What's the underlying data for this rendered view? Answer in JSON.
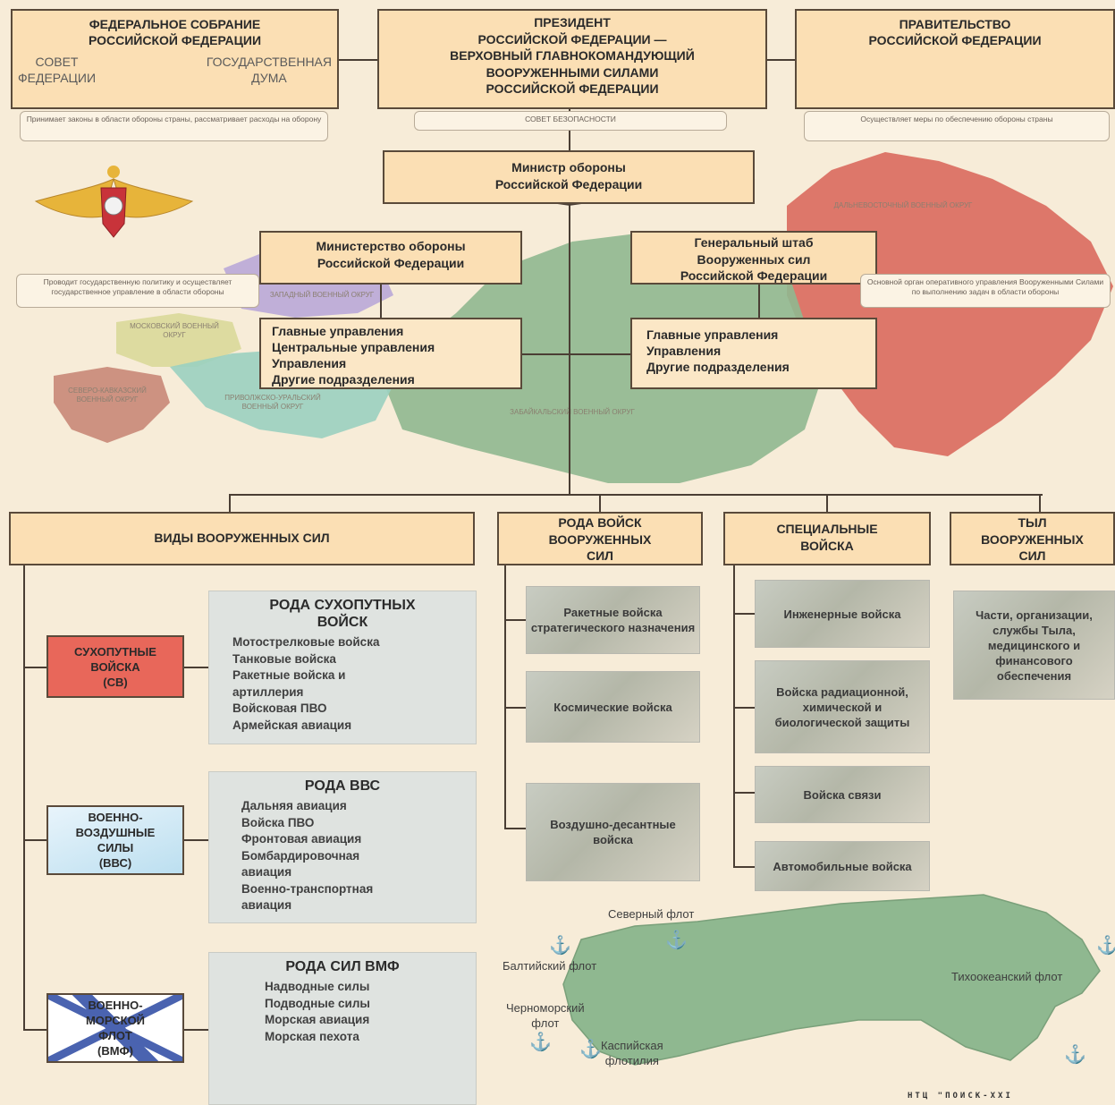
{
  "colors": {
    "bg": "#f7ecd8",
    "box": "#fbdfb4",
    "ground_forces": "#e8675a",
    "map_green": "#8fb890",
    "map_red": "#d96a5e",
    "map_purple": "#b9a8d8",
    "map_yellow": "#d9d99a",
    "map_teal": "#9ad0c0",
    "map_brown": "#c88878"
  },
  "top": {
    "assembly": {
      "title_line1": "ФЕДЕРАЛЬНОЕ СОБРАНИЕ",
      "title_line2": "РОССИЙСКОЙ ФЕДЕРАЦИИ",
      "left_line1": "СОВЕТ",
      "left_line2": "ФЕДЕРАЦИИ",
      "right_line1": "ГОСУДАРСТВЕННАЯ",
      "right_line2": "ДУМА"
    },
    "president": {
      "line1": "ПРЕЗИДЕНТ",
      "line2": "РОССИЙСКОЙ ФЕДЕРАЦИИ —",
      "line3": "ВЕРХОВНЫЙ ГЛАВНОКОМАНДУЮЩИЙ",
      "line4": "ВООРУЖЕННЫМИ СИЛАМИ",
      "line5": "РОССИЙСКОЙ ФЕДЕРАЦИИ"
    },
    "government": {
      "line1": "ПРАВИТЕЛЬСТВО",
      "line2": "РОССИЙСКОЙ ФЕДЕРАЦИИ"
    },
    "note_assembly": "Принимает законы в области обороны страны, рассматривает расходы на оборону",
    "note_president": "СОВЕТ БЕЗОПАСНОСТИ",
    "note_government": "Осуществляет меры по обеспечению обороны страны"
  },
  "minister": {
    "line1": "Министр обороны",
    "line2": "Российской Федерации"
  },
  "ministry": {
    "line1": "Министерство обороны",
    "line2": "Российской Федерации"
  },
  "general_staff": {
    "line1": "Генеральный штаб",
    "line2": "Вооруженных сил",
    "line3": "Российской Федерации"
  },
  "note_ministry": "Проводит государственную политику и осуществляет государственное управление в области обороны",
  "note_general_staff": "Основной орган оперативного управления Вооруженными Силами по выполнению задач в области обороны",
  "ministry_sub": [
    "Главные управления",
    "Центральные управления",
    "Управления",
    "Другие подразделения"
  ],
  "staff_sub": [
    "Главные управления",
    "Управления",
    "Другие подразделения"
  ],
  "map_labels": {
    "western": "ЗАПАДНЫЙ ВОЕННЫЙ ОКРУГ",
    "moscow": "МОСКОВСКИЙ ВОЕННЫЙ ОКРУГ",
    "north_caucasus": "СЕВЕРО-КАВКАЗСКИЙ ВОЕННЫЙ ОКРУГ",
    "volga_ural": "ПРИВОЛЖСКО-УРАЛЬСКИЙ ВОЕННЫЙ ОКРУГ",
    "siberian": "ЗАБАЙКАЛЬСКИЙ ВОЕННЫЙ ОКРУГ",
    "far_east": "ДАЛЬНЕВОСТОЧНЫЙ ВОЕННЫЙ ОКРУГ"
  },
  "categories": {
    "types": "ВИДЫ ВООРУЖЕННЫХ СИЛ",
    "arms_line1": "РОДА ВОЙСК",
    "arms_line2": "ВООРУЖЕННЫХ",
    "arms_line3": "СИЛ",
    "special_line1": "СПЕЦИАЛЬНЫЕ",
    "special_line2": "ВОЙСКА",
    "rear_line1": "ТЫЛ",
    "rear_line2": "ВООРУЖЕННЫХ",
    "rear_line3": "СИЛ"
  },
  "branches": {
    "ground": {
      "label_line1": "СУХОПУТНЫЕ",
      "label_line2": "ВОЙСКА",
      "label_line3": "(СВ)",
      "panel_title_line1": "РОДА СУХОПУТНЫХ",
      "panel_title_line2": "ВОЙСК",
      "items": [
        "Мотострелковые войска",
        "Танковые войска",
        "Ракетные войска и",
        "артиллерия",
        "Войсковая ПВО",
        "Армейская авиация"
      ]
    },
    "air": {
      "label_line1": "ВОЕННО-",
      "label_line2": "ВОЗДУШНЫЕ",
      "label_line3": "СИЛЫ",
      "label_line4": "(ВВС)",
      "panel_title": "РОДА ВВС",
      "items": [
        "Дальняя авиация",
        "Войска ПВО",
        "Фронтовая авиация",
        "Бомбардировочная",
        "авиация",
        "Военно-транспортная",
        "авиация"
      ]
    },
    "navy": {
      "label_line1": "ВОЕННО-",
      "label_line2": "МОРСКОЙ",
      "label_line3": "ФЛОТ",
      "label_line4": "(ВМФ)",
      "panel_title": "РОДА СИЛ ВМФ",
      "items": [
        "Надводные силы",
        "Подводные силы",
        "Морская авиация",
        "Морская пехота"
      ]
    }
  },
  "arms": [
    "Ракетные войска стратегического назначения",
    "Космические войска",
    "Воздушно-десантные войска"
  ],
  "special": [
    "Инженерные войска",
    "Войска радиационной, химической и биологической защиты",
    "Войска связи",
    "Автомобильные войска"
  ],
  "rear_text": "Части, организации, службы Тыла, медицинского и финансового обеспечения",
  "fleets": {
    "northern": "Северный флот",
    "baltic": "Балтийский флот",
    "black_sea_line1": "Черноморский",
    "black_sea_line2": "флот",
    "caspian_line1": "Каспийская",
    "caspian_line2": "флотилия",
    "pacific": "Тихоокеанский флот"
  },
  "credit": "НТЦ \"ПОИСК-XXI"
}
